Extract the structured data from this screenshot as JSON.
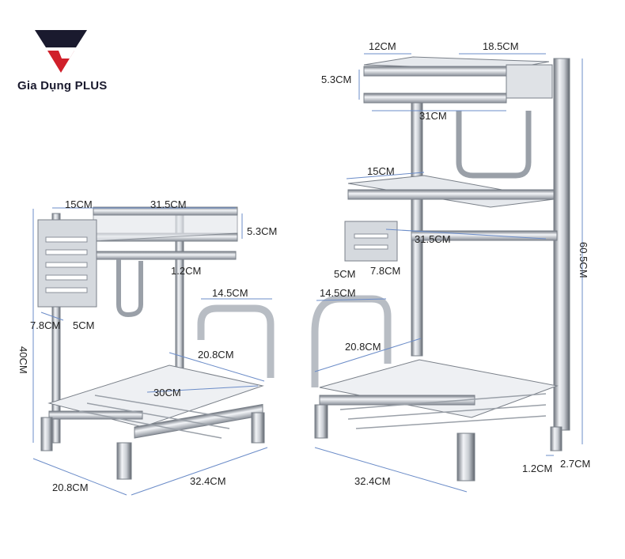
{
  "brand": {
    "name": "Gia Dụng PLUS",
    "accent": "#d0202a",
    "dark": "#1a1a2e"
  },
  "colors": {
    "steel_light": "#eef0f3",
    "steel_mid": "#b9bec6",
    "steel_dark": "#6d737c",
    "dim_line": "#6b8cc8"
  },
  "left_rack": {
    "top_shelf_width_left": "15CM",
    "top_shelf_width_right": "31.5CM",
    "top_shelf_height": "5.3CM",
    "leg_thickness": "1.2CM",
    "holder_depth": "7.8CM",
    "holder_width": "5CM",
    "total_height": "40CM",
    "frame_width": "14.5CM",
    "frame_depth": "20.8CM",
    "bottom_inner_width": "30CM",
    "base_depth": "20.8CM",
    "base_width": "32.4CM"
  },
  "right_rack": {
    "top_shelf_left": "12CM",
    "top_shelf_right": "18.5CM",
    "top_shelf_height": "5.3CM",
    "top_shelf_width": "31CM",
    "middle_holder_width": "15CM",
    "middle_shelf_width": "31.5CM",
    "holder_width": "5CM",
    "holder_depth": "7.8CM",
    "total_height": "60.5CM",
    "frame_width": "14.5CM",
    "frame_depth": "20.8CM",
    "base_width": "32.4CM",
    "leg_thickness": "1.2CM",
    "foot_height": "2.7CM"
  }
}
